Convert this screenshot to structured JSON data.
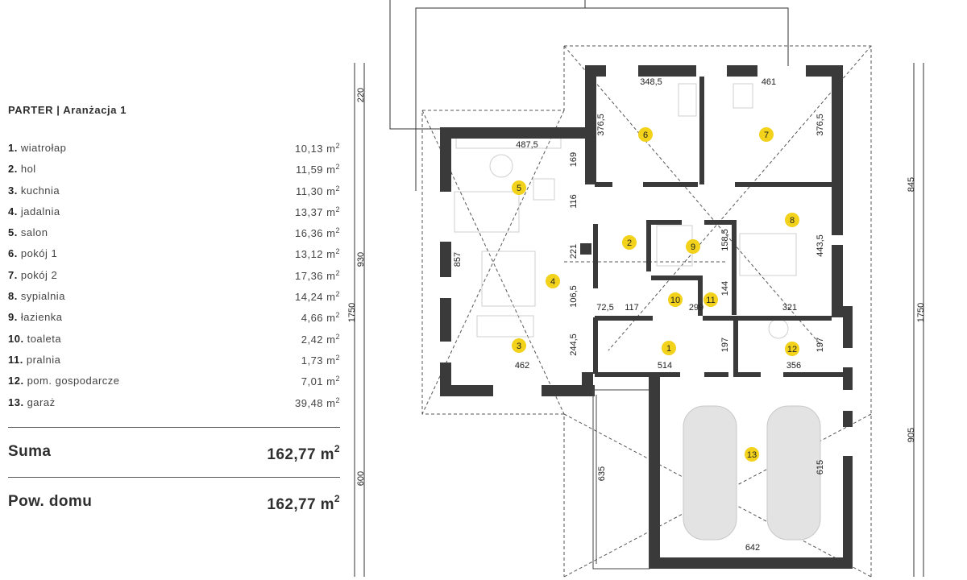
{
  "heading": "PARTER | Aranżacja 1",
  "rooms": [
    {
      "num": "1.",
      "name": "wiatrołap",
      "area": "10,13 m",
      "unit": "2"
    },
    {
      "num": "2.",
      "name": "hol",
      "area": "11,59 m",
      "unit": "2"
    },
    {
      "num": "3.",
      "name": "kuchnia",
      "area": "11,30 m",
      "unit": "2"
    },
    {
      "num": "4.",
      "name": "jadalnia",
      "area": "13,37 m",
      "unit": "2"
    },
    {
      "num": "5.",
      "name": "salon",
      "area": "16,36 m",
      "unit": "2"
    },
    {
      "num": "6.",
      "name": "pokój 1",
      "area": "13,12 m",
      "unit": "2"
    },
    {
      "num": "7.",
      "name": "pokój 2",
      "area": "17,36 m",
      "unit": "2"
    },
    {
      "num": "8.",
      "name": "sypialnia",
      "area": "14,24 m",
      "unit": "2"
    },
    {
      "num": "9.",
      "name": "łazienka",
      "area": "4,66 m",
      "unit": "2"
    },
    {
      "num": "10.",
      "name": "toaleta",
      "area": "2,42 m",
      "unit": "2"
    },
    {
      "num": "11.",
      "name": "pralnia",
      "area": "1,73 m",
      "unit": "2"
    },
    {
      "num": "12.",
      "name": "pom. gospodarcze",
      "area": "7,01 m",
      "unit": "2"
    },
    {
      "num": "13.",
      "name": "garaż",
      "area": "39,48 m",
      "unit": "2"
    }
  ],
  "suma": {
    "label": "Suma",
    "value": "162,77 m",
    "unit": "2"
  },
  "pow_domu": {
    "label": "Pow. domu",
    "value": "162,77 m",
    "unit": "2"
  },
  "plan": {
    "badge_color": "#f2d21b",
    "wall_color": "#3a3a3a",
    "dimensions": {
      "left_220": "220",
      "left_930": "930",
      "left_1750": "1750",
      "left_600": "600",
      "right_845": "845",
      "right_1750": "1750",
      "right_905": "905",
      "d_348_5": "348,5",
      "d_461": "461",
      "d_376_5_a": "376,5",
      "d_376_5_b": "376,5",
      "d_487_5": "487,5",
      "d_169": "169",
      "d_116": "116",
      "d_221": "221",
      "d_857": "857",
      "d_158_5": "158,5",
      "d_443_5": "443,5",
      "d_106_5": "106,5",
      "d_144": "144",
      "d_72_5": "72,5",
      "d_117": "117",
      "d_299": "299",
      "d_321": "321",
      "d_244_5": "244,5",
      "d_197_a": "197",
      "d_197_b": "197",
      "d_462": "462",
      "d_514": "514",
      "d_356": "356",
      "d_635": "635",
      "d_615": "615",
      "d_642": "642"
    },
    "badges": [
      "1",
      "2",
      "3",
      "4",
      "5",
      "6",
      "7",
      "8",
      "9",
      "10",
      "11",
      "12",
      "13"
    ]
  }
}
